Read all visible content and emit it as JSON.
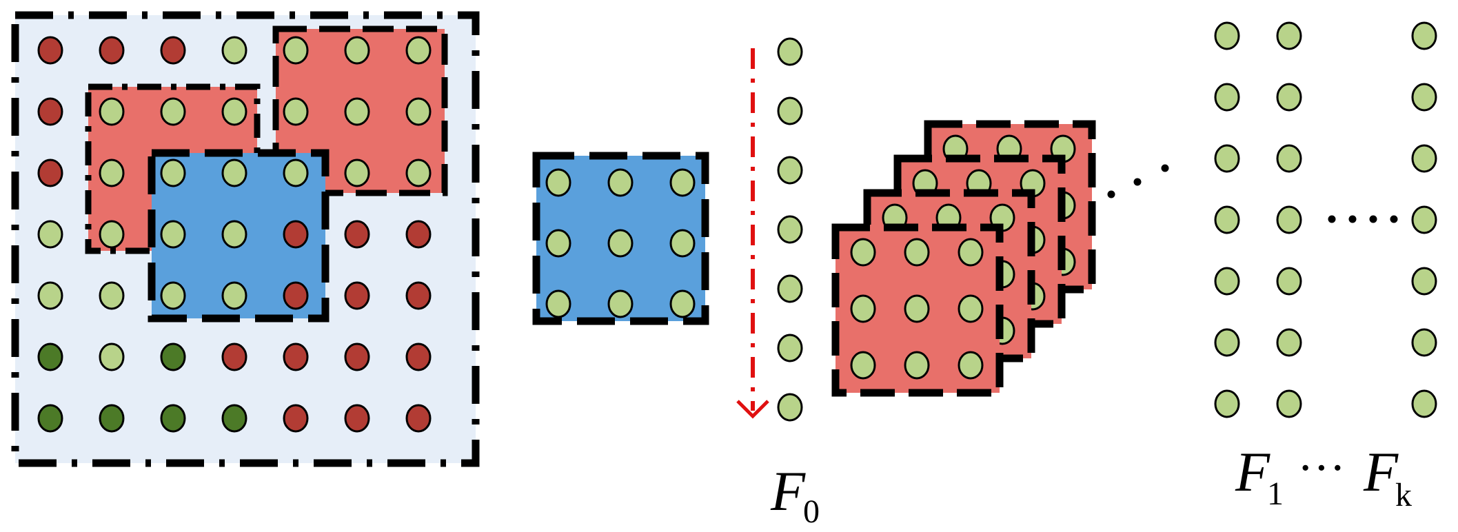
{
  "colors": {
    "light_green": "#b8d38a",
    "light_green_pale": "#cfe2a6",
    "dark_green": "#4c7a27",
    "red_dot": "#b23c34",
    "salmon_fill": "#e8706a",
    "blue_fill": "#5aa0dc",
    "pale_blue_bg": "#e6eef8",
    "arrow_red": "#e01010",
    "stroke": "#000000"
  },
  "grid": {
    "rows": 7,
    "cols": 7,
    "dot_colors": [
      [
        "red",
        "red",
        "red",
        "green",
        "green",
        "green",
        "green"
      ],
      [
        "red",
        "green",
        "green",
        "green",
        "green",
        "green",
        "green"
      ],
      [
        "red",
        "green",
        "green",
        "green",
        "green",
        "green",
        "green"
      ],
      [
        "green",
        "green",
        "green",
        "green",
        "red",
        "red",
        "red"
      ],
      [
        "green",
        "green",
        "green",
        "green",
        "red",
        "red",
        "red"
      ],
      [
        "dark",
        "green",
        "dark",
        "red",
        "red",
        "red",
        "red"
      ],
      [
        "dark",
        "dark",
        "dark",
        "dark",
        "red",
        "red",
        "red"
      ]
    ]
  },
  "labels": {
    "f0_main": "F",
    "f0_sub": "0",
    "f1_main": "F",
    "f1_sub": "1",
    "ellipsis": "···",
    "fk_main": "F",
    "fk_sub": "k"
  },
  "icons": {
    "arrow": "dash-dot-down-arrow",
    "stack": "stacked-feature-windows"
  }
}
